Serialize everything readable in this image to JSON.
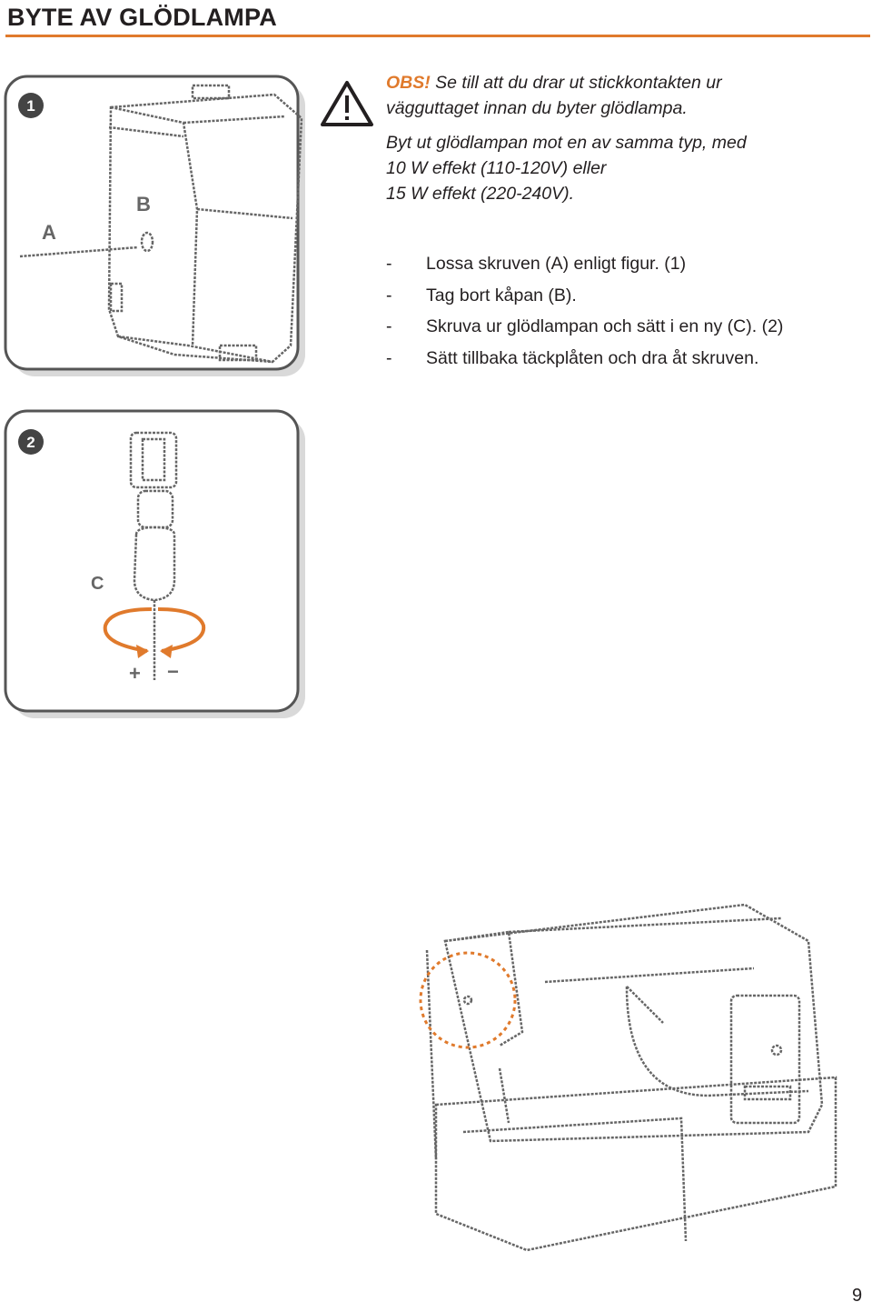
{
  "header": {
    "title": "BYTE AV GLÖDLAMPA"
  },
  "warning": {
    "label": "OBS!",
    "line1_rest": " Se till att du drar ut stickkontakten ur",
    "line2": "vägguttaget innan du byter glödlampa."
  },
  "spec": {
    "lines": [
      "Byt ut glödlampan mot en av samma typ, med",
      "10 W effekt (110-120V) eller",
      "15 W effekt (220-240V)."
    ]
  },
  "steps": [
    {
      "dash": "-",
      "text": "Lossa skruven (A) enligt figur. (1)"
    },
    {
      "dash": "-",
      "text": "Tag bort kåpan (B)."
    },
    {
      "dash": "-",
      "text": "Skruva ur glödlampan och sätt i en ny (C). (2)"
    },
    {
      "dash": "-",
      "text": "Sätt tillbaka täckplåten och dra åt skruven."
    }
  ],
  "figure1": {
    "number": "1",
    "label_a": "A",
    "label_b": "B"
  },
  "figure2": {
    "number": "2",
    "label_c": "C",
    "plus": "+",
    "minus": "−"
  },
  "colors": {
    "accent": "#e07a2c",
    "ink": "#231f20",
    "frame": "#555555"
  },
  "icons": {
    "warning": "warning-triangle-icon"
  },
  "page": {
    "number": "9"
  }
}
